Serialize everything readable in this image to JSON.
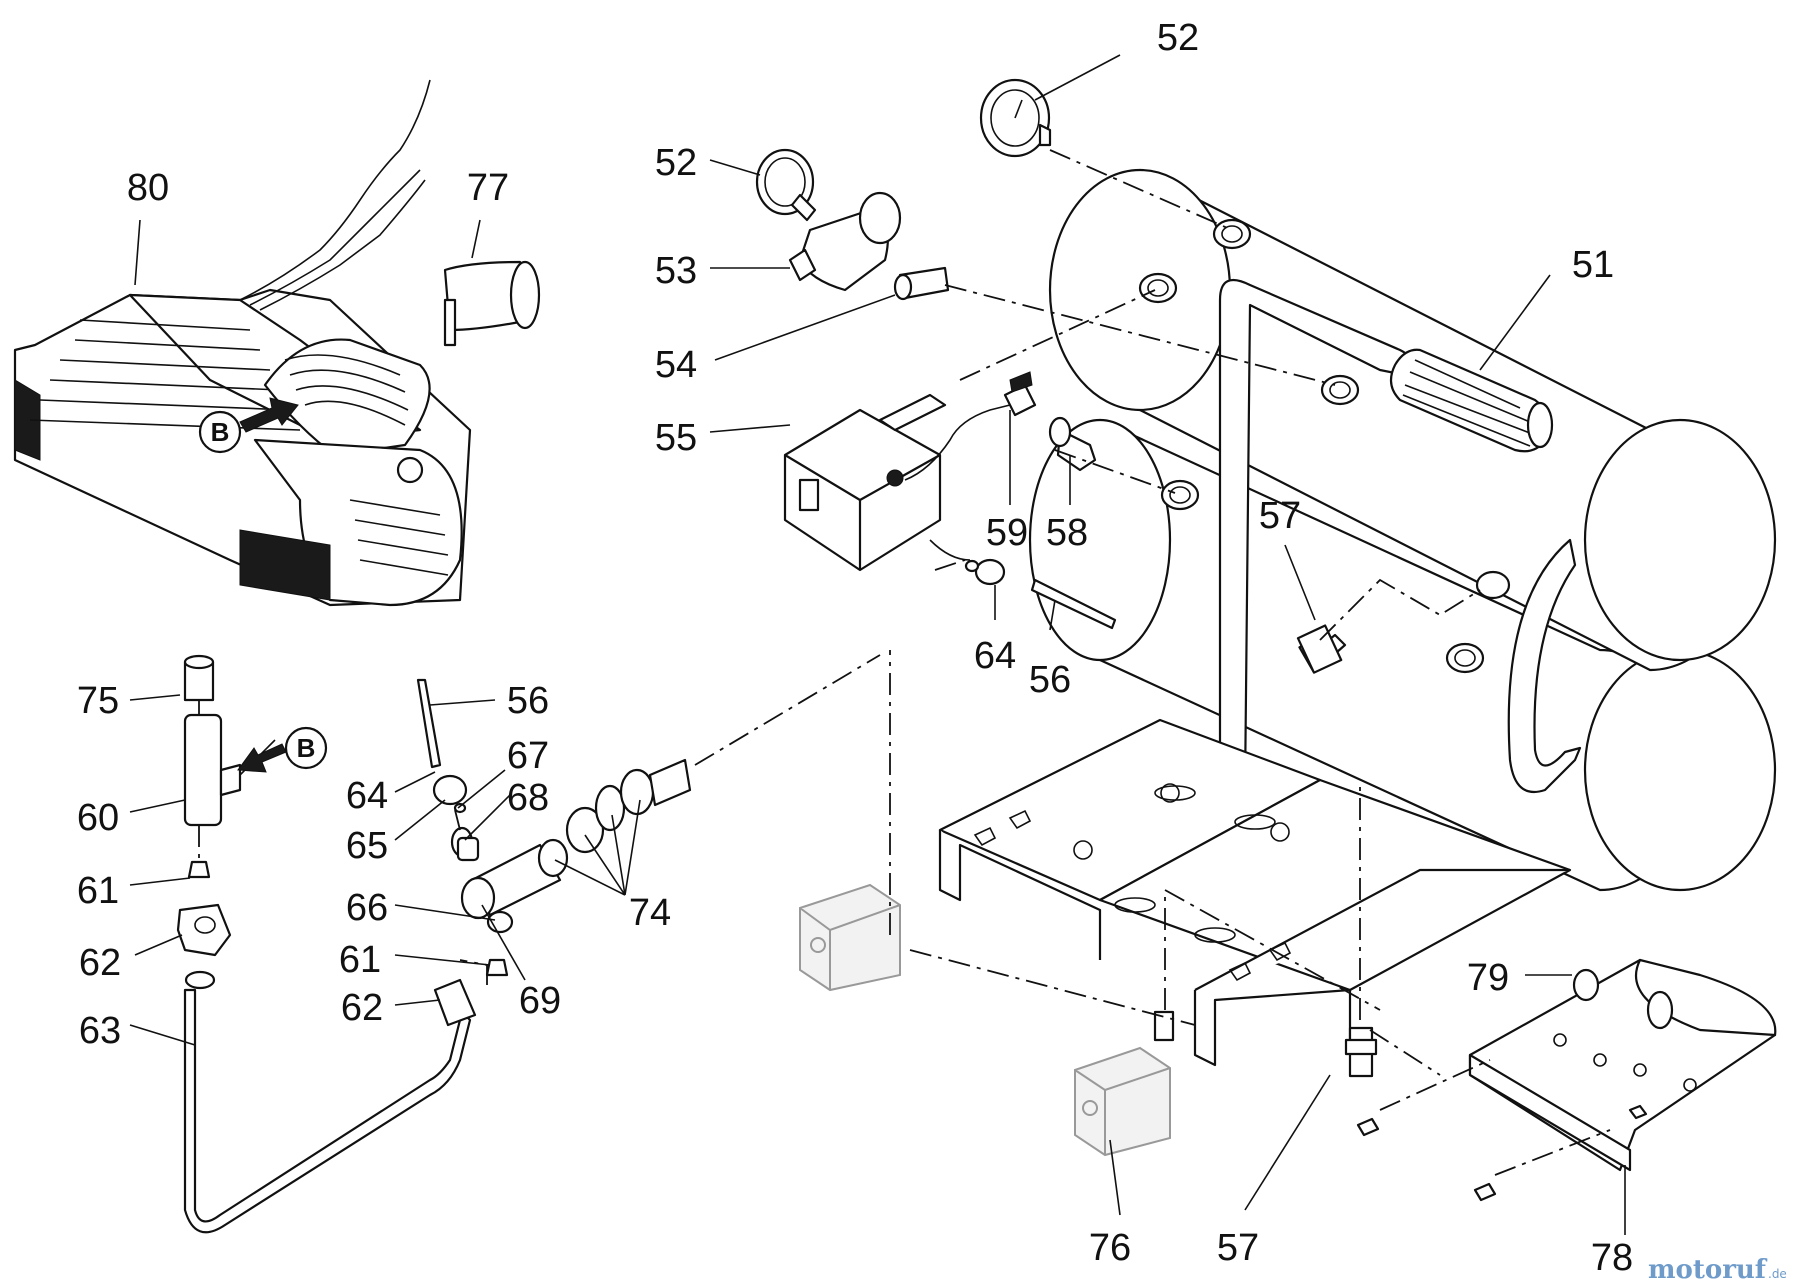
{
  "labels": {
    "l80": "80",
    "l77": "77",
    "l52a": "52",
    "l52b": "52",
    "l53": "53",
    "l54": "54",
    "l55": "55",
    "l51": "51",
    "l59": "59",
    "l58": "58",
    "l57a": "57",
    "l64a": "64",
    "l56a": "56",
    "l75": "75",
    "l60": "60",
    "l61a": "61",
    "l62a": "62",
    "l63": "63",
    "l56b": "56",
    "l64b": "64",
    "l67": "67",
    "l68": "68",
    "l65": "65",
    "l66": "66",
    "l61b": "61",
    "l62b": "62",
    "l69": "69",
    "l74": "74",
    "l79": "79",
    "l76": "76",
    "l57b": "57",
    "l78": "78"
  },
  "callouts": {
    "b1": "B",
    "b2": "B"
  },
  "watermark": {
    "main": "motoruf",
    "suffix": ".de"
  }
}
